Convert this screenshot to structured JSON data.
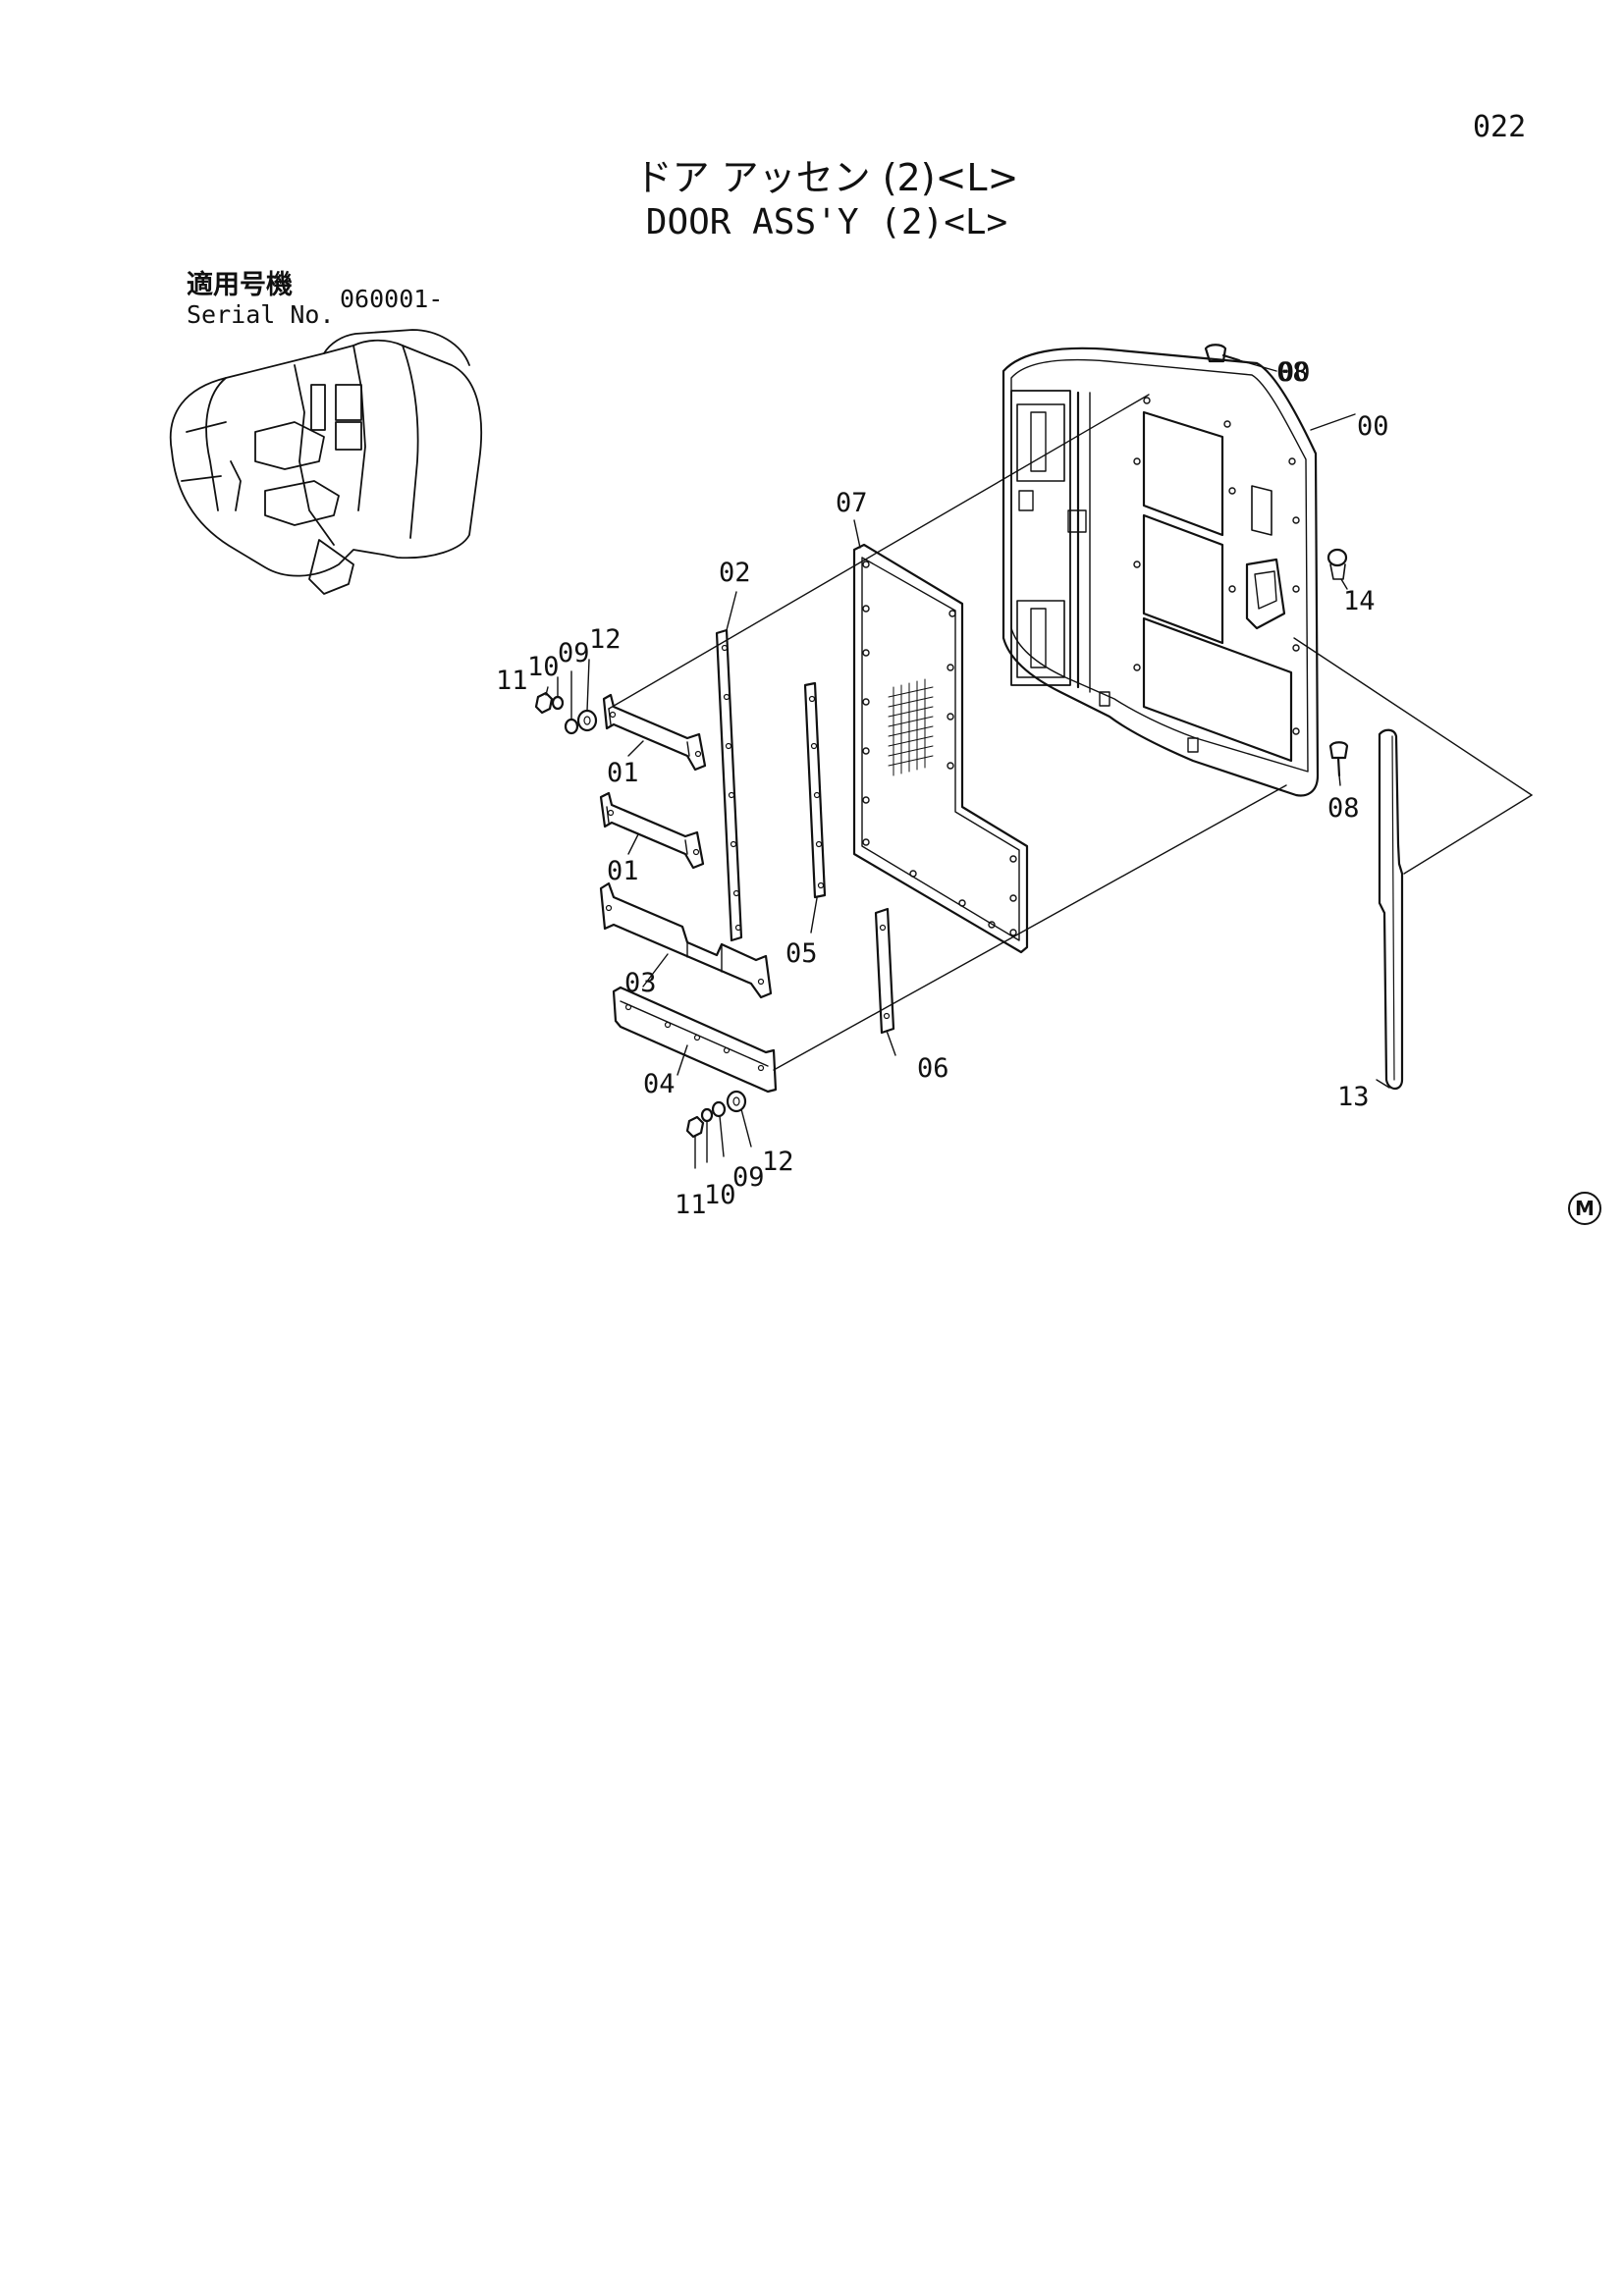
{
  "page_number": "022",
  "title_jp": "ドア アッセン (2)<L>",
  "title_en": "DOOR ASS'Y (2)<L>",
  "serial": {
    "label_jp": "適用号機",
    "label_en": "Serial No.",
    "value": "060001-"
  },
  "callouts": {
    "p00": "00",
    "p01a": "01",
    "p01b": "01",
    "p02": "02",
    "p03": "03",
    "p04": "04",
    "p05": "05",
    "p06": "06",
    "p07": "07",
    "p08a": "08",
    "p08b": "08",
    "p09a": "09",
    "p09b": "09",
    "p10a": "10",
    "p10b": "10",
    "p11a": "11",
    "p11b": "11",
    "p12a": "12",
    "p12b": "12",
    "p13": "13",
    "p14": "14"
  },
  "corner_mark": "M"
}
